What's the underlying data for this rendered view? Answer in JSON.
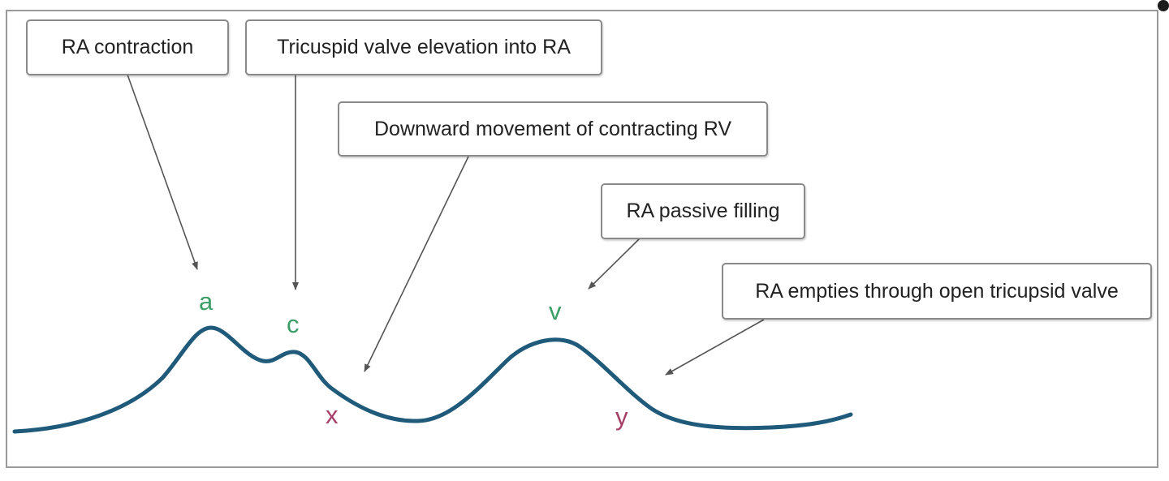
{
  "diagram": {
    "labels": {
      "ra_contraction": "RA contraction",
      "tricuspid_elevation": "Tricuspid valve elevation into RA",
      "rv_downward": "Downward movement of contracting RV",
      "ra_passive_filling": "RA passive filling",
      "ra_empties": "RA empties through open tricupsid valve"
    },
    "waves": {
      "a": "a",
      "c": "c",
      "x": "x",
      "v": "v",
      "y": "y"
    },
    "colors": {
      "waveform": "#1f5a7a",
      "peak_letters": "#3a9e66",
      "trough_letters": "#a53d66",
      "box_border": "#8a8a8a",
      "arrow": "#555555"
    }
  }
}
